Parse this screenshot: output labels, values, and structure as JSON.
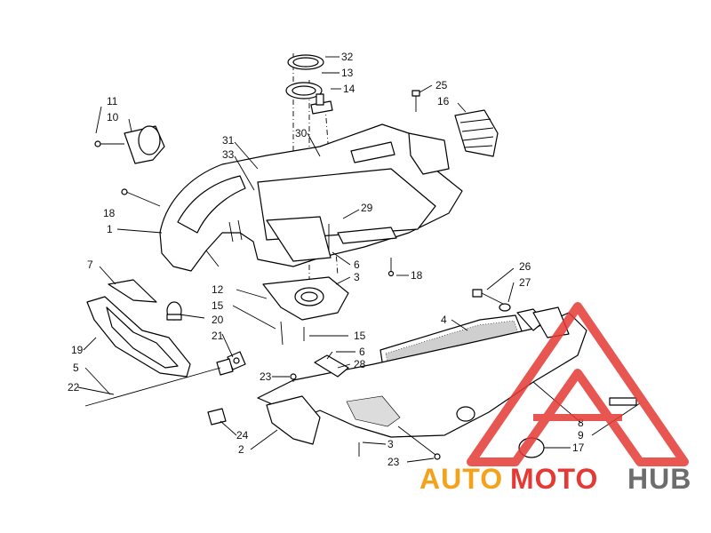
{
  "callouts": [
    {
      "id": "c32",
      "text": "32"
    },
    {
      "id": "c13",
      "text": "13"
    },
    {
      "id": "c14",
      "text": "14"
    },
    {
      "id": "c25",
      "text": "25"
    },
    {
      "id": "c16",
      "text": "16"
    },
    {
      "id": "c11",
      "text": "11"
    },
    {
      "id": "c10",
      "text": "10"
    },
    {
      "id": "c31",
      "text": "31"
    },
    {
      "id": "c33",
      "text": "33"
    },
    {
      "id": "c30",
      "text": "30"
    },
    {
      "id": "c29",
      "text": "29"
    },
    {
      "id": "c18a",
      "text": "18"
    },
    {
      "id": "c1",
      "text": "1"
    },
    {
      "id": "c6a",
      "text": "6"
    },
    {
      "id": "c18b",
      "text": "18"
    },
    {
      "id": "c26",
      "text": "26"
    },
    {
      "id": "c27",
      "text": "27"
    },
    {
      "id": "c7",
      "text": "7"
    },
    {
      "id": "c12",
      "text": "12"
    },
    {
      "id": "c3a",
      "text": "3"
    },
    {
      "id": "c15a",
      "text": "15"
    },
    {
      "id": "c20",
      "text": "20"
    },
    {
      "id": "c4",
      "text": "4"
    },
    {
      "id": "c21",
      "text": "21"
    },
    {
      "id": "c15b",
      "text": "15"
    },
    {
      "id": "c19",
      "text": "19"
    },
    {
      "id": "c6b",
      "text": "6"
    },
    {
      "id": "c5",
      "text": "5"
    },
    {
      "id": "c28",
      "text": "28"
    },
    {
      "id": "c23a",
      "text": "23"
    },
    {
      "id": "c22",
      "text": "22"
    },
    {
      "id": "c8",
      "text": "8"
    },
    {
      "id": "c9",
      "text": "9"
    },
    {
      "id": "c24",
      "text": "24"
    },
    {
      "id": "c3b",
      "text": "3"
    },
    {
      "id": "c17",
      "text": "17"
    },
    {
      "id": "c2",
      "text": "2"
    },
    {
      "id": "c23b",
      "text": "23"
    }
  ],
  "watermark": {
    "part1": "AUTO",
    "part2": "MOTO",
    "part3": "HUB",
    "color_orange": "#f5a21b",
    "color_red": "#e53935",
    "color_gray": "#6d6d6d"
  }
}
